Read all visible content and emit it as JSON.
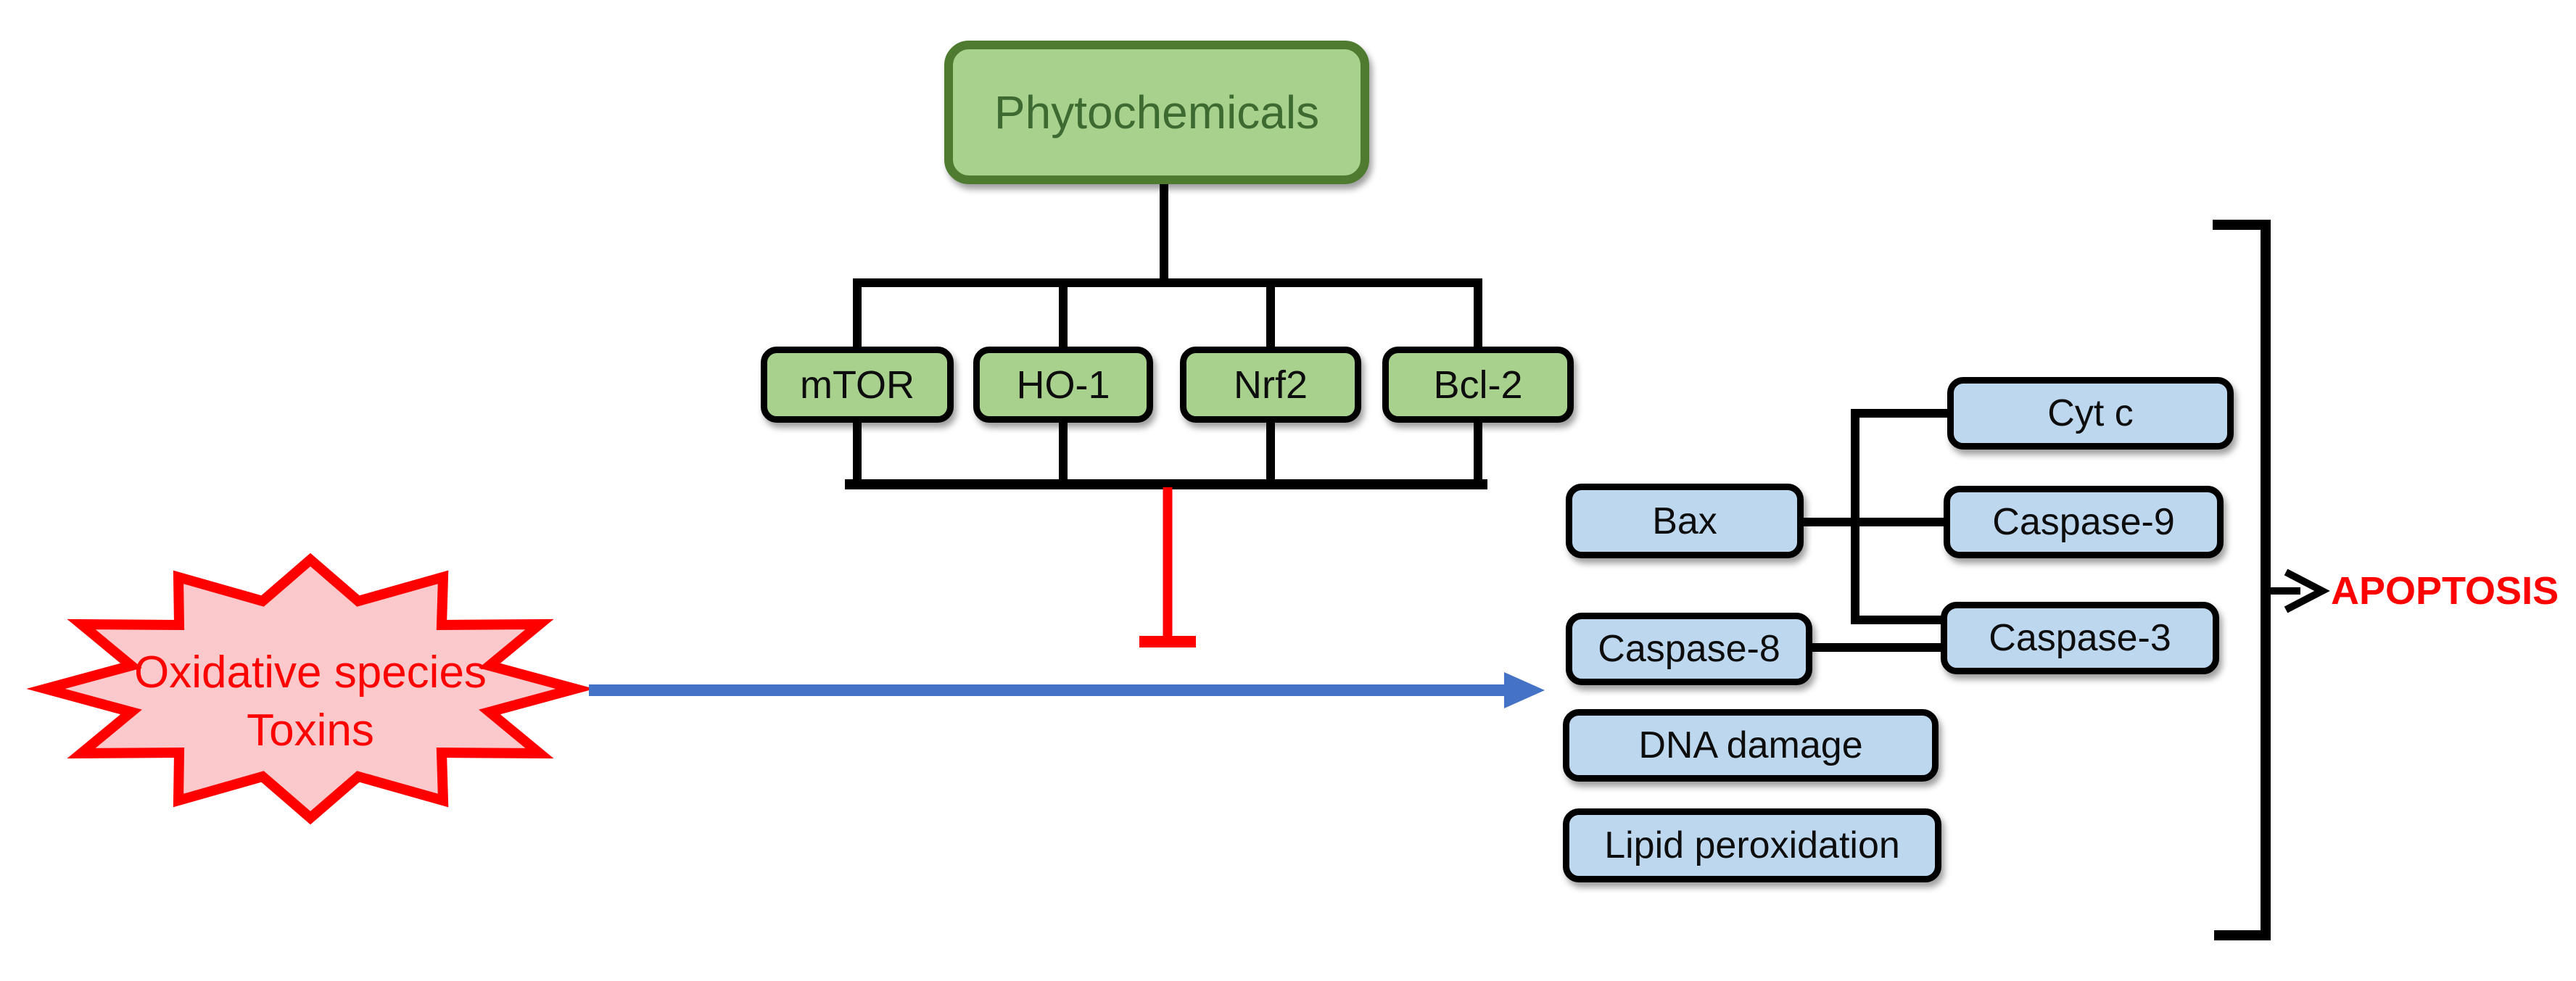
{
  "colors": {
    "background": "#ffffff",
    "green_fill": "#a9d18e",
    "green_border": "#4e7b30",
    "green_text": "#3c6a31",
    "blue_fill": "#bdd7ee",
    "box_border_black": "#000000",
    "connector_black": "#000000",
    "inhibition_red": "#ff0000",
    "star_fill": "#fbc9cb",
    "star_border": "#ff0000",
    "star_text": "#ff0000",
    "apoptosis_text": "#ff0000",
    "arrow_blue": "#4472c4"
  },
  "nodes": {
    "phytochemicals": {
      "label": "Phytochemicals"
    },
    "mtor": {
      "label": "mTOR"
    },
    "ho1": {
      "label": "HO-1"
    },
    "nrf2": {
      "label": "Nrf2"
    },
    "bcl2": {
      "label": "Bcl-2"
    },
    "oxidative_species": {
      "line1": "Oxidative species",
      "line2": "Toxins"
    },
    "bax": {
      "label": "Bax"
    },
    "cyt_c": {
      "label": "Cyt c"
    },
    "caspase9": {
      "label": "Caspase-9"
    },
    "caspase8": {
      "label": "Caspase-8"
    },
    "caspase3": {
      "label": "Caspase-3"
    },
    "dna_damage": {
      "label": "DNA damage"
    },
    "lipid_peroxidation": {
      "label": "Lipid peroxidation"
    },
    "apoptosis": {
      "label": "APOPTOSIS"
    }
  }
}
